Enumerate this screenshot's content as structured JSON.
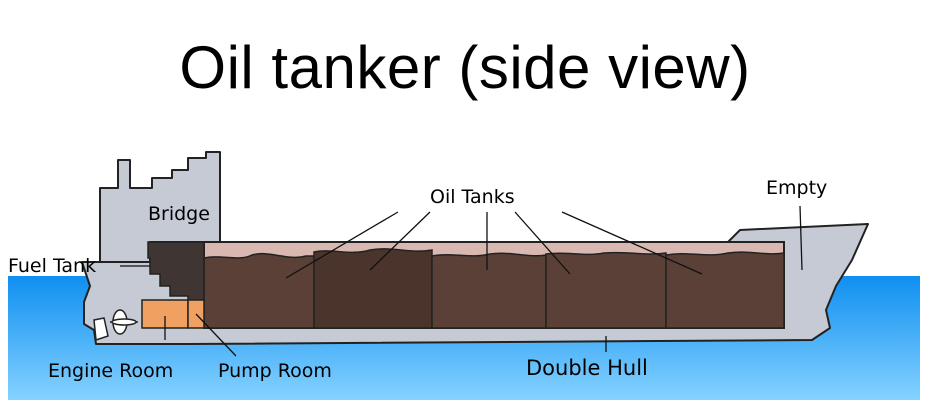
{
  "title": "Oil tanker (side view)",
  "labels": {
    "bridge": "Bridge",
    "fuel_tank": "Fuel Tank",
    "oil_tanks": "Oil Tanks",
    "empty": "Empty",
    "engine_room": "Engine Room",
    "pump_room": "Pump Room",
    "double_hull": "Double Hull"
  },
  "colors": {
    "sea_top": "#0f8ff0",
    "sea_bottom": "#7fd0ff",
    "hull": "#c5cad5",
    "superstructure": "#c5cad5",
    "oil": "#5a4036",
    "oil_dark": "#4a342c",
    "tank_ullage": "#d8b8b0",
    "fuel_tank": "#3f3634",
    "engine_room": "#f0a060",
    "outline": "#222222"
  },
  "oil_tank_count": 5
}
